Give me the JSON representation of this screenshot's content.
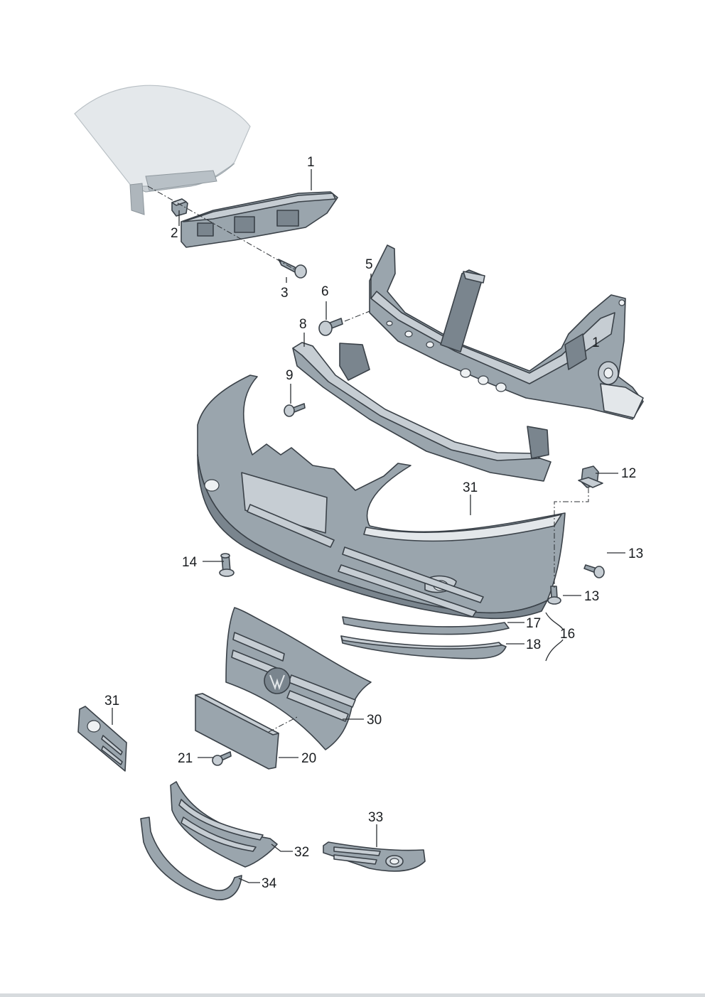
{
  "diagram": {
    "callouts": {
      "c1_top": "1",
      "c1_right": "1",
      "c2": "2",
      "c3": "3",
      "c5": "5",
      "c6": "6",
      "c8": "8",
      "c9": "9",
      "c12": "12",
      "c13_upper": "13",
      "c13_lower": "13",
      "c14": "14",
      "c16": "16",
      "c17": "17",
      "c18": "18",
      "c20": "20",
      "c21": "21",
      "c30": "30",
      "c31_bumper": "31",
      "c31_left": "31",
      "c32": "32",
      "c33": "33",
      "c34": "34"
    },
    "colors": {
      "part_dark": "#7a858e",
      "part_mid": "#9aa5ad",
      "part_light": "#c6cdd3",
      "line": "#3a4148"
    }
  }
}
